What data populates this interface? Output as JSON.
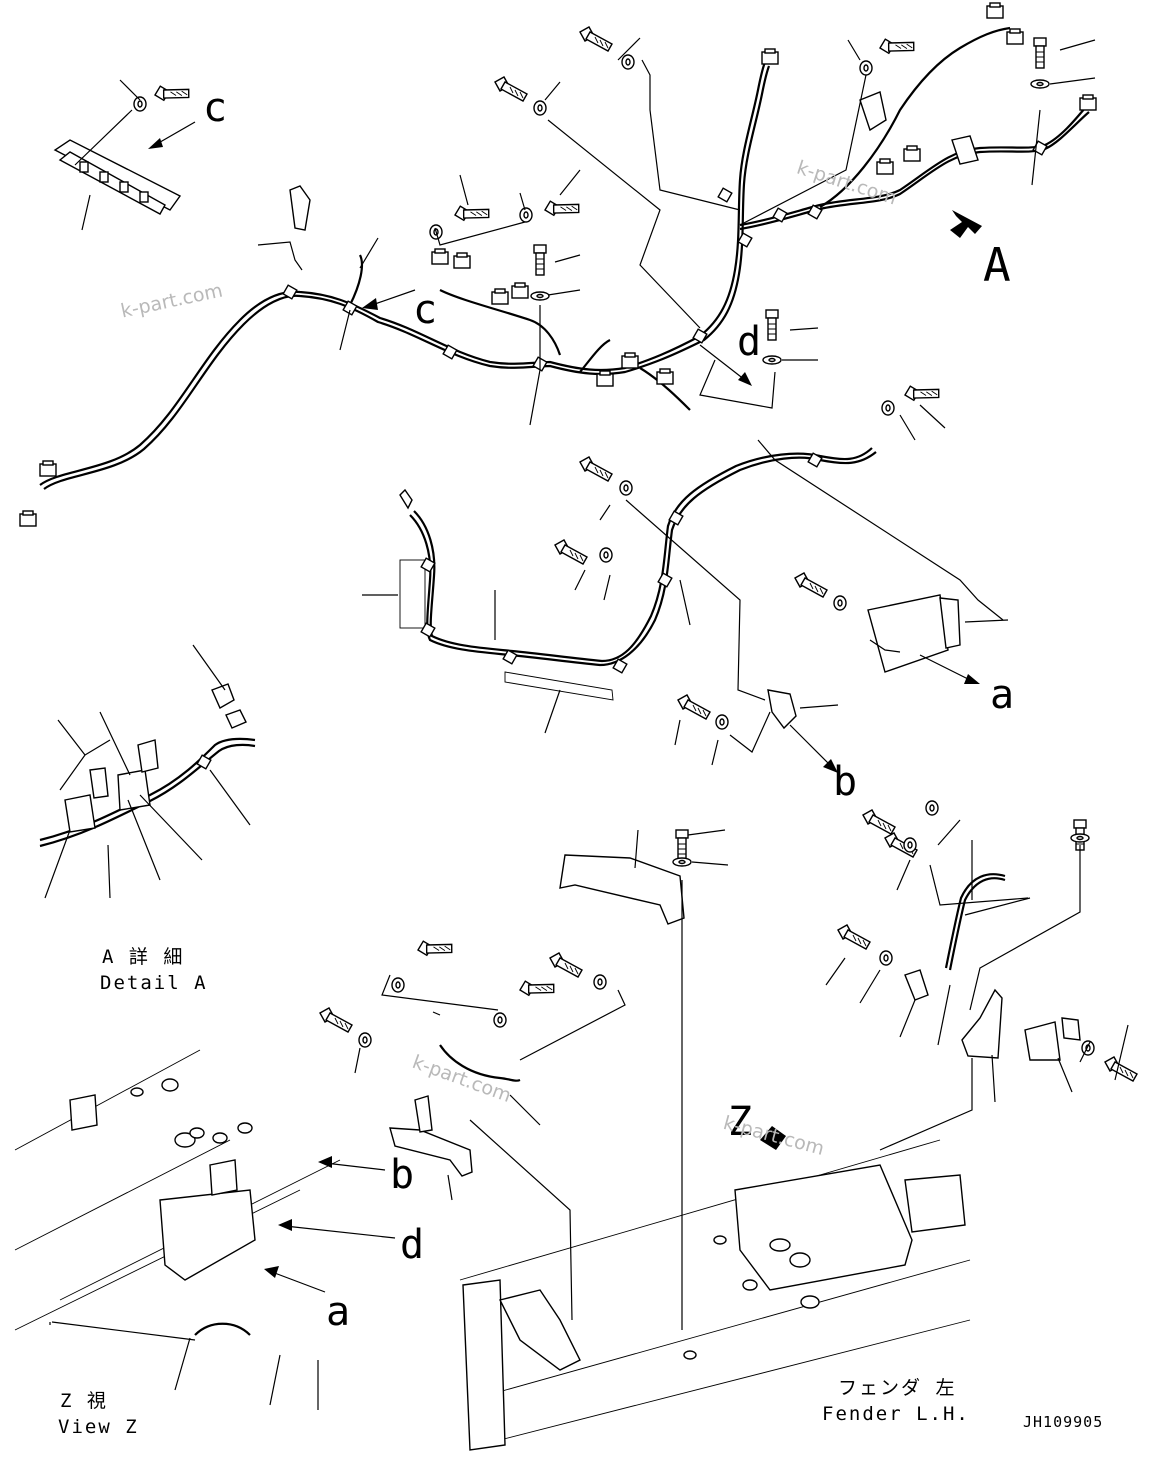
{
  "callouts": {
    "c_top": "c",
    "c_mid": "c",
    "d_mid": "d",
    "A_view": "A",
    "a_right": "a",
    "b_right": "b",
    "b_left": "b",
    "d_left": "d",
    "a_left": "a",
    "z_mark": "Z"
  },
  "captions": {
    "detail_a_jp": "A 詳 細",
    "detail_a_en": "Detail A",
    "view_z_jp": "Z  視",
    "view_z_en": "View Z",
    "fender_jp": "フェンダ 左",
    "fender_en": "Fender L.H."
  },
  "drawing_code": "JH109905",
  "watermark": "k-part.com",
  "icons": [
    "bolt-icon",
    "washer-icon",
    "clamp-icon",
    "connector-icon",
    "bracket-icon",
    "arrow-icon"
  ],
  "colors": {
    "line": "#000000",
    "background": "#ffffff",
    "watermark": "#b9b9b9"
  }
}
